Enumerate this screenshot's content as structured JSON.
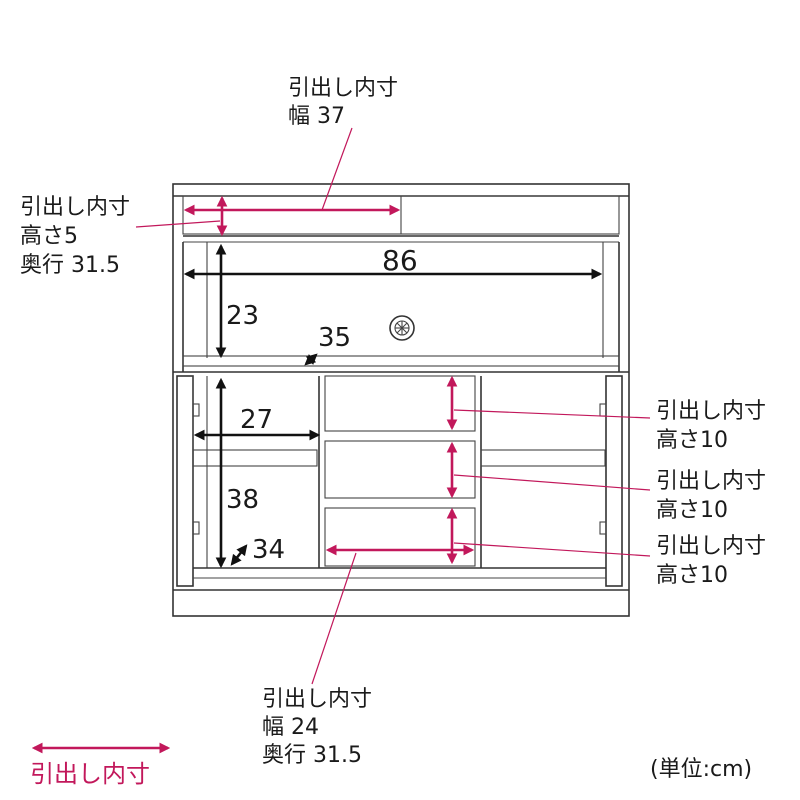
{
  "labels": {
    "top_drawer_width": [
      "引出し内寸",
      "幅 37"
    ],
    "top_drawer_height": [
      "引出し内寸",
      "高さ5",
      "奥行 31.5"
    ],
    "width_86": "86",
    "height_23": "23",
    "depth_35": "35",
    "width_27": "27",
    "height_38": "38",
    "depth_34": "34",
    "drawer_1": [
      "引出し内寸",
      "高さ10"
    ],
    "drawer_2": [
      "引出し内寸",
      "高さ10"
    ],
    "drawer_3": [
      "引出し内寸",
      "高さ10"
    ],
    "bottom_drawer": [
      "引出し内寸",
      "幅 24",
      "奥行 31.5"
    ]
  },
  "legend": {
    "label": "引出し内寸",
    "color": "#c2185b"
  },
  "unit": "(単位:cm)",
  "colors": {
    "pink": "#c2185b",
    "black": "#111111",
    "outline": "#333333"
  }
}
